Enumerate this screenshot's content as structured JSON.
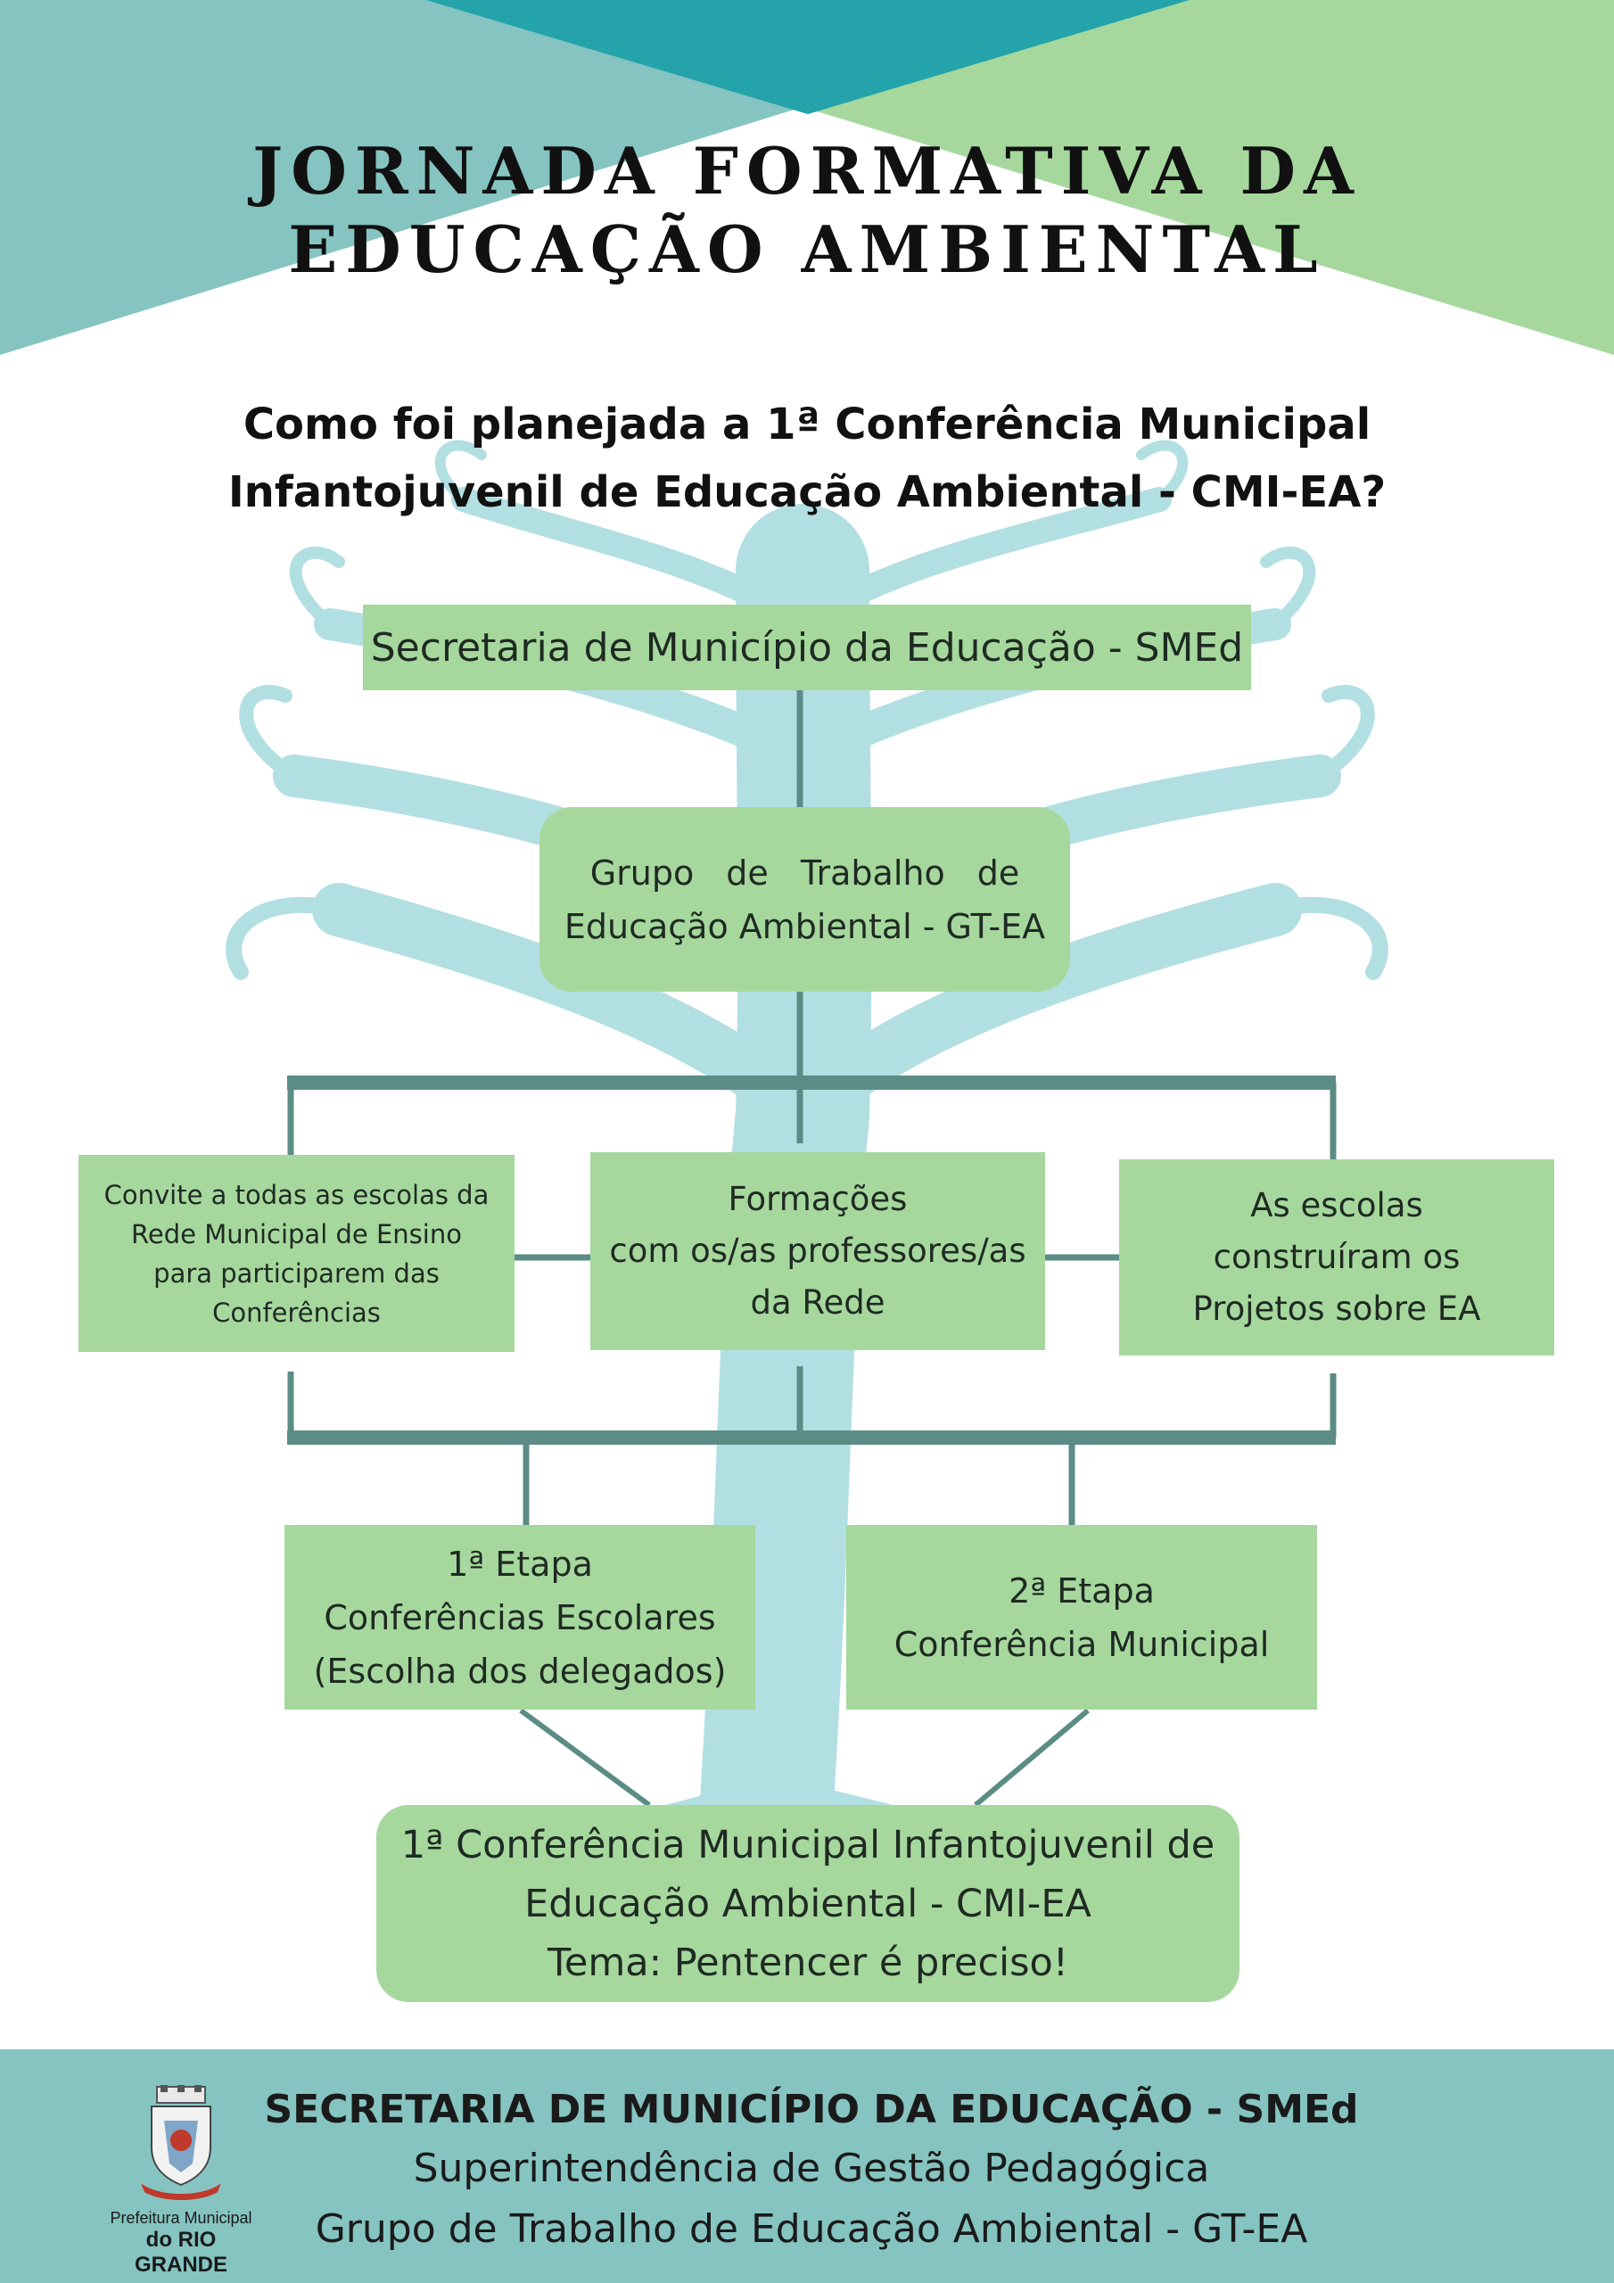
{
  "header": {
    "title_line1": "JORNADA FORMATIVA DA",
    "title_line2": "EDUCAÇÃO AMBIENTAL",
    "question_line1": "Como foi planejada a 1ª Conferência Municipal",
    "question_line2": "Infantojuvenil de Educação Ambiental - CMI-EA?"
  },
  "diagram": {
    "smed": "Secretaria de Município da Educação - SMEd",
    "gtea": [
      "Grupo de Trabalho de",
      "Educação Ambiental - GT-EA"
    ],
    "convite": [
      "Convite a todas as escolas da",
      "Rede Municipal de Ensino",
      "para participarem das",
      "Conferências"
    ],
    "formacoes": [
      "Formações",
      "com os/as professores/as",
      "da Rede"
    ],
    "escolas": [
      "As escolas",
      "construíram os",
      "Projetos sobre EA"
    ],
    "etapa1": [
      "1ª Etapa",
      "Conferências Escolares",
      "(Escolha dos delegados)"
    ],
    "etapa2": [
      "2ª Etapa",
      "Conferência Municipal"
    ],
    "final": [
      "1ª Conferência Municipal Infantojuvenil de",
      "Educação Ambiental - CMI-EA",
      "Tema: Pentencer é preciso!"
    ]
  },
  "footer": {
    "line1": "SECRETARIA DE MUNICÍPIO DA EDUCAÇÃO - SMEd",
    "line2": "Superintendência de Gestão Pedagógica",
    "line3": "Grupo de Trabalho de Educação Ambiental - GT-EA",
    "logo_line1": "Prefeitura Municipal",
    "logo_line2": "do RIO GRANDE"
  },
  "colors": {
    "teal_dark": "#24a3ab",
    "teal_light": "#85c4c1",
    "green_light": "#a6d89e",
    "tree": "#b2dfe2",
    "connector": "#5b8c85"
  }
}
